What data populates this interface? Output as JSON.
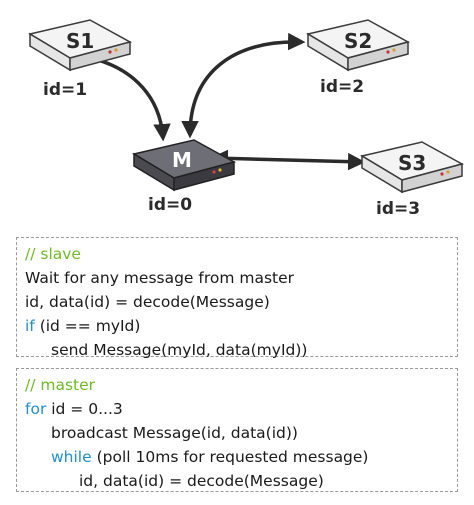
{
  "diagram": {
    "nodes": [
      {
        "key": "s1",
        "name": "S1",
        "id_label": "id=1",
        "role": "slave"
      },
      {
        "key": "s2",
        "name": "S2",
        "id_label": "id=2",
        "role": "slave"
      },
      {
        "key": "m",
        "name": "M",
        "id_label": "id=0",
        "role": "master"
      },
      {
        "key": "s3",
        "name": "S3",
        "id_label": "id=3",
        "role": "slave"
      }
    ],
    "colors": {
      "slave_top": "#f4f4f4",
      "slave_side": "#d2d2d2",
      "master_top": "#6e6e76",
      "master_side": "#3a3a40",
      "arrow": "#2b2b2b",
      "comment": "#6cbf1f",
      "keyword": "#1e90d6",
      "border": "#9a9a9a"
    }
  },
  "slave_code": {
    "comment": "// slave",
    "line1": "Wait for any message from master",
    "line2": "id, data(id) = decode(Message)",
    "line3_kw": "if",
    "line3_rest": " (id == myId)",
    "line4": "send Message(myId, data(myId))"
  },
  "master_code": {
    "comment": "// master",
    "line1_kw": "for",
    "line1_rest": " id = 0...3",
    "line2": "broadcast Message(id, data(id))",
    "line3_kw": "while",
    "line3_rest": " (poll 10ms for requested message)",
    "line4": "id, data(id) = decode(Message)"
  }
}
